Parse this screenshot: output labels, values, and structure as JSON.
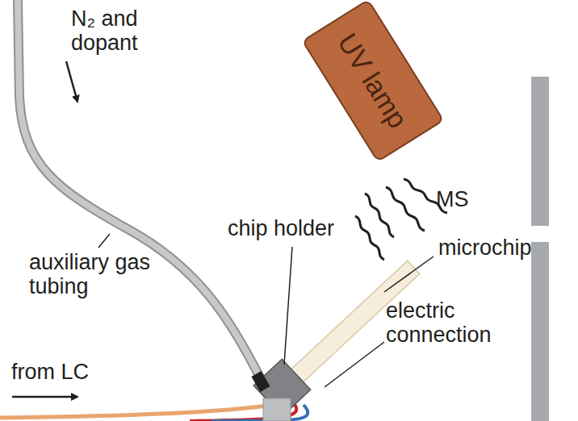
{
  "diagram": {
    "nodes": [
      {
        "text": [
          "UV lamp"
        ]
      }
    ],
    "labels": [
      "N₂ and dopant",
      "MS",
      "chip holder",
      "auxiliary gas tubing",
      "microchip",
      "electric connection",
      "from LC"
    ]
  }
}
